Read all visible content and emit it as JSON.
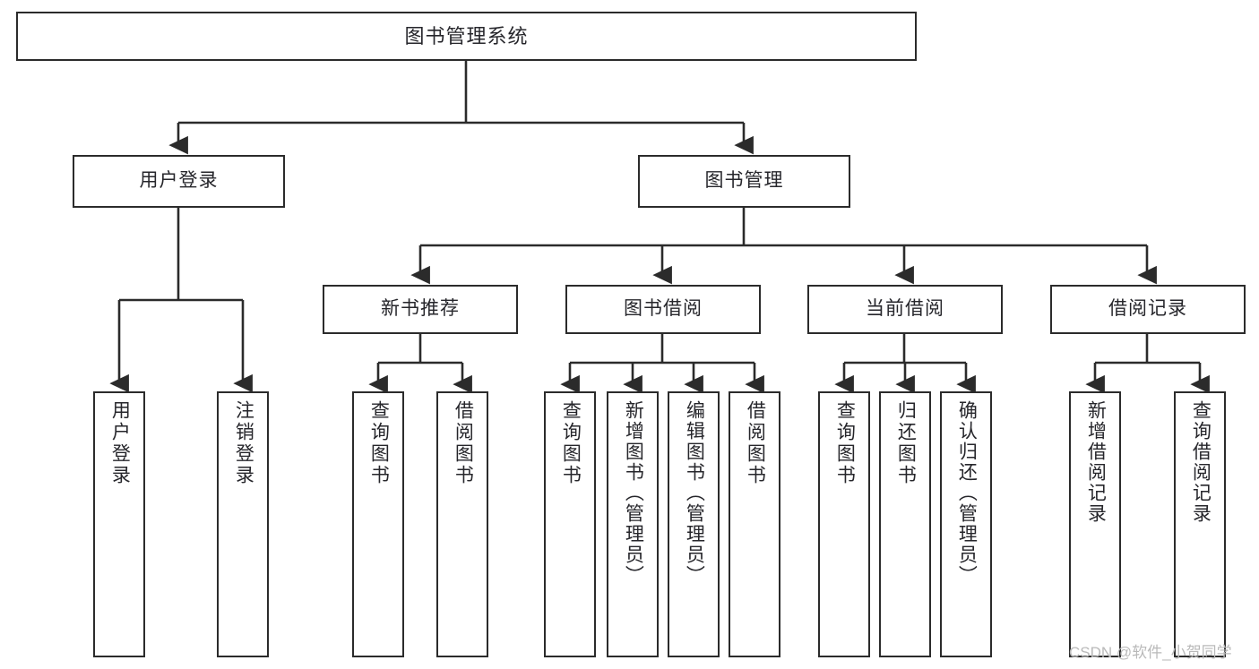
{
  "diagram": {
    "title": "图书管理系统",
    "type": "tree",
    "root": {
      "label": "图书管理系统"
    },
    "level2": [
      {
        "label": "用户登录"
      },
      {
        "label": "图书管理"
      }
    ],
    "level3": [
      {
        "label": "新书推荐"
      },
      {
        "label": "图书借阅"
      },
      {
        "label": "当前借阅"
      },
      {
        "label": "借阅记录"
      }
    ],
    "leaves": {
      "user_login": [
        {
          "label": "用户登录"
        },
        {
          "label": "注销登录"
        }
      ],
      "new_book_recommend": [
        {
          "label": "查询图书"
        },
        {
          "label": "借阅图书"
        }
      ],
      "book_borrow": [
        {
          "label": "查询图书"
        },
        {
          "label": "新增图书（管理员）"
        },
        {
          "label": "编辑图书（管理员）"
        },
        {
          "label": "借阅图书"
        }
      ],
      "current_borrow": [
        {
          "label": "查询图书"
        },
        {
          "label": "归还图书"
        },
        {
          "label": "确认归还（管理员）"
        }
      ],
      "borrow_records": [
        {
          "label": "新增借阅记录"
        },
        {
          "label": "查询借阅记录"
        }
      ]
    },
    "colors": {
      "stroke": "#2b2b2b",
      "fill": "#ffffff",
      "text": "#26262b",
      "watermark": "#b9b9b9"
    }
  },
  "watermark": {
    "text": "CSDN @软件_小贺同学"
  }
}
